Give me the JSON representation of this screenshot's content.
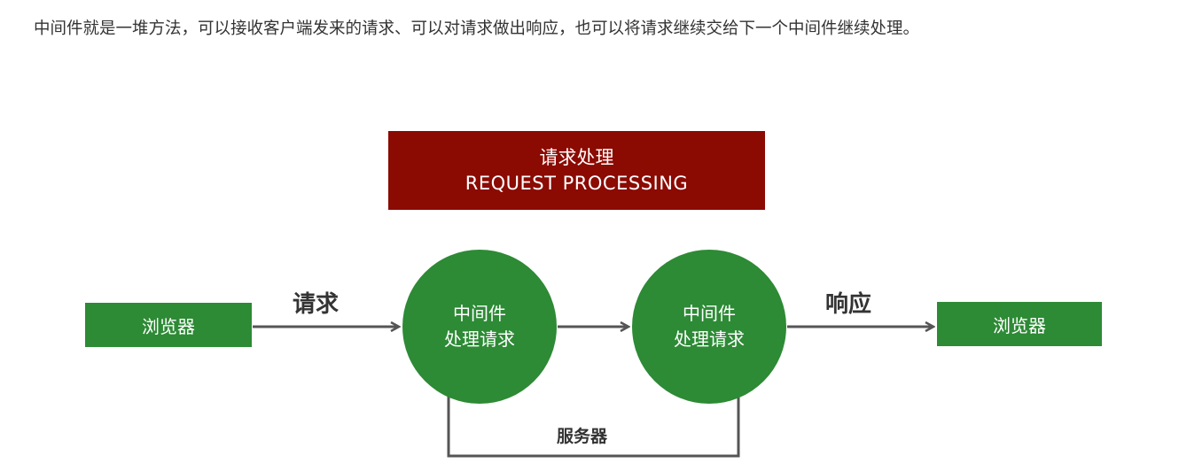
{
  "intro_text": "中间件就是一堆方法，可以接收客户端发来的请求、可以对请求做出响应，也可以将请求继续交给下一个中间件继续处理。",
  "title_box": {
    "line1": "请求处理",
    "line2": "REQUEST PROCESSING",
    "color": "#8b0a02"
  },
  "nodes": {
    "browser_left": "浏览器",
    "middleware_1": {
      "line1": "中间件",
      "line2": "处理请求"
    },
    "middleware_2": {
      "line1": "中间件",
      "line2": "处理请求"
    },
    "browser_right": "浏览器"
  },
  "labels": {
    "request": "请求",
    "response": "响应",
    "server": "服务器"
  },
  "colors": {
    "node_green": "#2d8a35",
    "arrow_gray": "#555555",
    "text_dark": "#333333"
  }
}
